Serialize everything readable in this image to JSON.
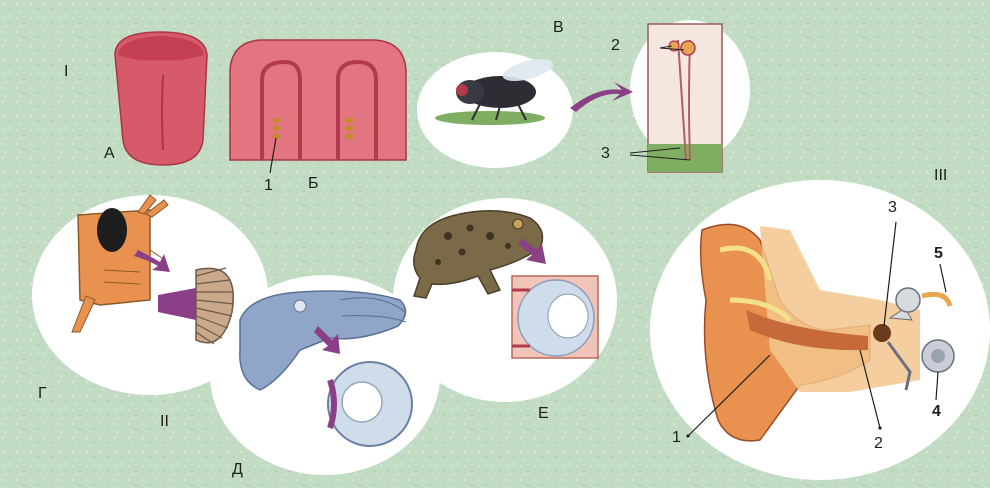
{
  "colors": {
    "background": "#c2dcc3",
    "cloud": "#ffffff",
    "tongue": "#d75a6a",
    "tongue_dark": "#b23b4b",
    "skin_orange": "#e9924f",
    "ear_light": "#f2c68d",
    "cartilage": "#f4e18e",
    "arrow": "#8a3f86",
    "eye_lens": "#cfdcea",
    "fly_body": "#2d2d34",
    "frog_body": "#7b6a47",
    "cuttlefish": "#8fa6c8",
    "compound_eye": "#c9a98a"
  },
  "sections": {
    "I": {
      "roman": "I",
      "letters": [
        "А",
        "Б",
        "В"
      ],
      "numbers": [
        "1",
        "2",
        "3"
      ]
    },
    "II": {
      "roman": "II",
      "letters": [
        "Г",
        "Д",
        "Е"
      ]
    },
    "III": {
      "roman": "III",
      "numbers": [
        "1",
        "2",
        "3",
        "4",
        "5"
      ]
    }
  },
  "icons": [
    "tongue-icon",
    "tongue-section-icon",
    "fly-icon",
    "taste-bristle-icon",
    "insect-head-icon",
    "compound-eye-icon",
    "cuttlefish-icon",
    "cephalopod-eye-icon",
    "frog-icon",
    "frog-eye-icon",
    "ear-icon"
  ]
}
